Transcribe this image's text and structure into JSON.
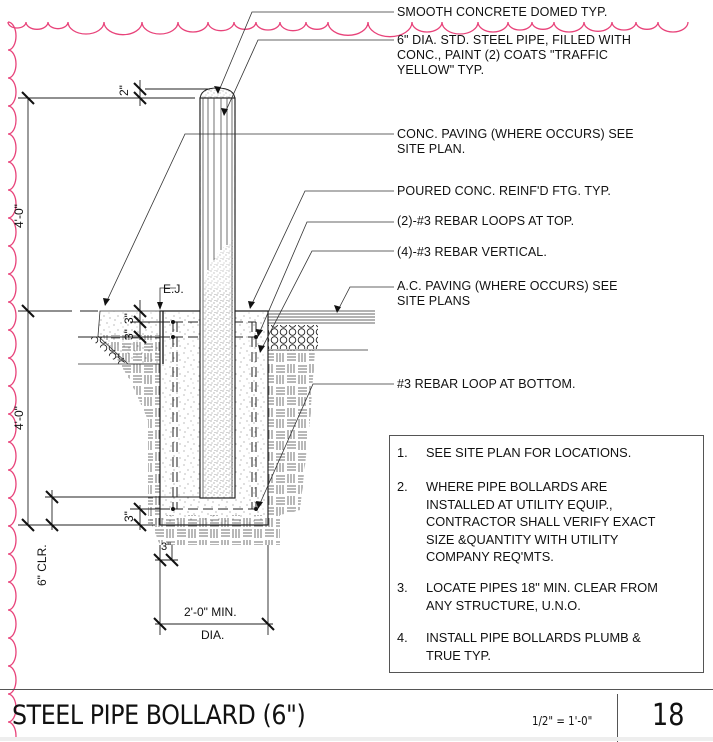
{
  "drawing": {
    "title": "STEEL PIPE BOLLARD (6\")",
    "scale": "1/2\" = 1'-0\"",
    "sheet_number": "18",
    "colors": {
      "line": "#222222",
      "revision_cloud": "#e8437a",
      "frame": "#555555"
    }
  },
  "callouts": [
    {
      "id": "domed-top",
      "text": "SMOOTH CONCRETE DOMED TYP."
    },
    {
      "id": "steel-pipe",
      "text": "6\" DIA. STD. STEEL PIPE, FILLED WITH\nCONC., PAINT (2) COATS \"TRAFFIC\nYELLOW\" TYP."
    },
    {
      "id": "conc-paving",
      "text": "CONC. PAVING (WHERE OCCURS) SEE\nSITE PLAN."
    },
    {
      "id": "footing",
      "text": "POURED CONC. REINF'D FTG. TYP."
    },
    {
      "id": "rebar-loops-top",
      "text": "(2)-#3 REBAR LOOPS AT TOP."
    },
    {
      "id": "rebar-vertical",
      "text": "(4)-#3 REBAR VERTICAL."
    },
    {
      "id": "ac-paving",
      "text": "A.C. PAVING (WHERE OCCURS) SEE\nSITE PLANS"
    },
    {
      "id": "rebar-loop-bottom",
      "text": "#3 REBAR LOOP AT BOTTOM."
    }
  ],
  "dimensions": {
    "cap_height": "2\"",
    "above_grade": "4'-0\"",
    "below_grade": "4'-0\"",
    "rebar_cover_top_1": "3\"",
    "rebar_cover_top_2": "3\"",
    "rebar_cover_bottom": "3\"",
    "side_cover": "3\"",
    "pipe_clearance": "6\" CLR.",
    "footing_width": "2'-0\" MIN.",
    "footing_width_sub": "DIA.",
    "expansion_joint": "E.J."
  },
  "notes": [
    {
      "num": "1.",
      "text": "SEE SITE PLAN FOR LOCATIONS."
    },
    {
      "num": "2.",
      "text": "WHERE PIPE BOLLARDS ARE\nINSTALLED AT UTILITY EQUIP.,\nCONTRACTOR SHALL VERIFY EXACT\nSIZE &QUANTITY WITH UTILITY\nCOMPANY REQ'MTS."
    },
    {
      "num": "3.",
      "text": "LOCATE PIPES 18\" MIN. CLEAR FROM\nANY STRUCTURE, U.N.O."
    },
    {
      "num": "4.",
      "text": "INSTALL PIPE BOLLARDS PLUMB &\nTRUE TYP."
    }
  ]
}
